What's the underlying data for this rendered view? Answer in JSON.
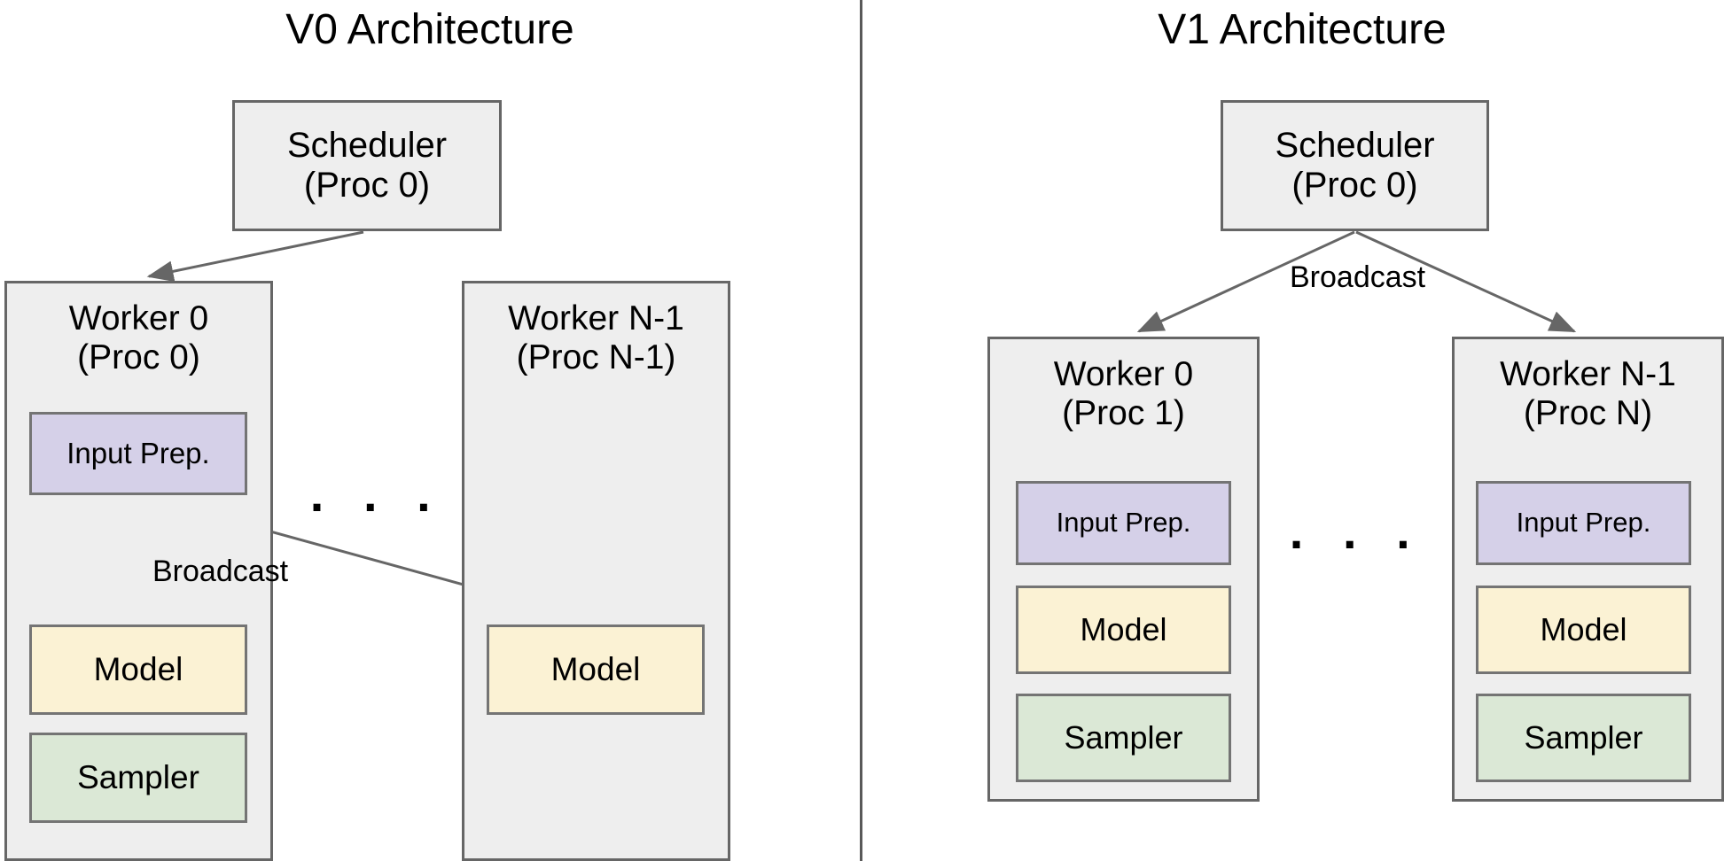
{
  "figure": {
    "divider_color": "#595959",
    "background": "#ffffff"
  },
  "palette": {
    "container_fill": "#eeeeee",
    "container_stroke": "#666666",
    "input_prep_fill": "#d5d0e8",
    "model_fill": "#fbf2d4",
    "sampler_fill": "#dbe8d6",
    "leaf_stroke": "#747474",
    "arrow_color": "#666666",
    "text_color": "#000000"
  },
  "panels": [
    {
      "id": "v0",
      "title": "V0 Architecture",
      "scheduler": {
        "label": "Scheduler\n(Proc 0)"
      },
      "broadcast_label": "Broadcast",
      "ellipsis": ". . .",
      "workers": [
        {
          "id": "worker-0",
          "label": "Worker 0\n(Proc 0)",
          "components": [
            {
              "id": "input-prep",
              "label": "Input Prep.",
              "color": "#d5d0e8"
            },
            {
              "id": "model",
              "label": "Model",
              "color": "#fbf2d4"
            },
            {
              "id": "sampler",
              "label": "Sampler",
              "color": "#dbe8d6"
            }
          ]
        },
        {
          "id": "worker-n-1",
          "label": "Worker N-1\n(Proc N-1)",
          "components": [
            {
              "id": "model",
              "label": "Model",
              "color": "#fbf2d4"
            }
          ]
        }
      ]
    },
    {
      "id": "v1",
      "title": "V1 Architecture",
      "scheduler": {
        "label": "Scheduler\n(Proc 0)"
      },
      "broadcast_label": "Broadcast",
      "ellipsis": ". . .",
      "workers": [
        {
          "id": "worker-0",
          "label": "Worker 0\n(Proc 1)",
          "components": [
            {
              "id": "input-prep",
              "label": "Input Prep.",
              "color": "#d5d0e8"
            },
            {
              "id": "model",
              "label": "Model",
              "color": "#fbf2d4"
            },
            {
              "id": "sampler",
              "label": "Sampler",
              "color": "#dbe8d6"
            }
          ]
        },
        {
          "id": "worker-n-1",
          "label": "Worker N-1\n(Proc N)",
          "components": [
            {
              "id": "input-prep",
              "label": "Input Prep.",
              "color": "#d5d0e8"
            },
            {
              "id": "model",
              "label": "Model",
              "color": "#fbf2d4"
            },
            {
              "id": "sampler",
              "label": "Sampler",
              "color": "#dbe8d6"
            }
          ]
        }
      ]
    }
  ]
}
